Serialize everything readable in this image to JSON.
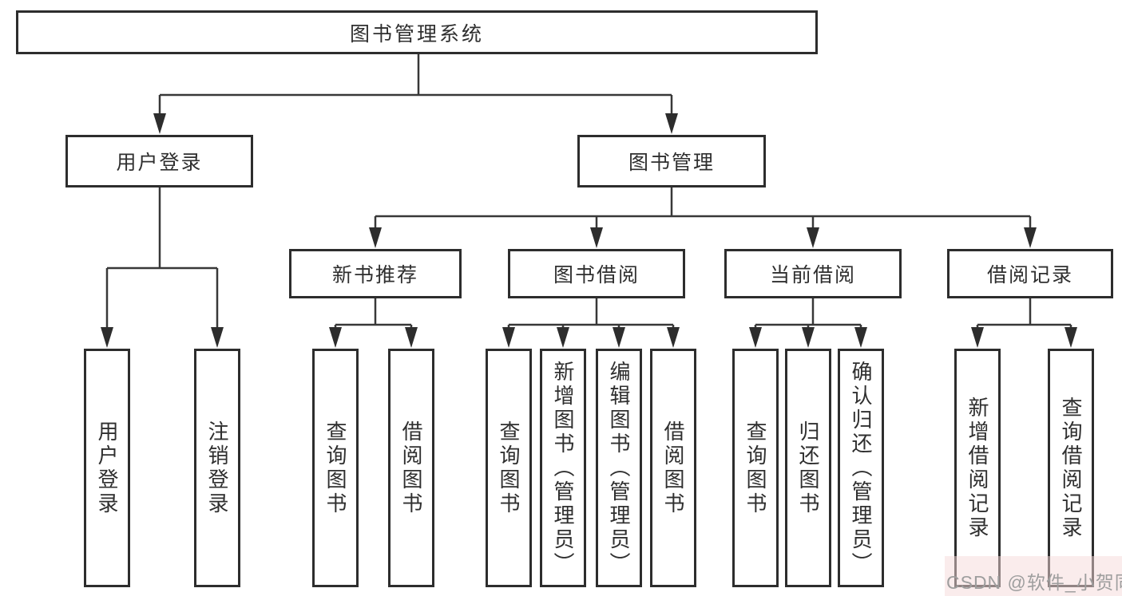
{
  "tree": {
    "root": {
      "label": "图书管理系统"
    },
    "children": [
      {
        "label": "用户登录",
        "children": [
          {
            "label": "用户登录"
          },
          {
            "label": "注销登录"
          }
        ]
      },
      {
        "label": "图书管理",
        "children": [
          {
            "label": "新书推荐",
            "children": [
              {
                "label": "查询图书"
              },
              {
                "label": "借阅图书"
              }
            ]
          },
          {
            "label": "图书借阅",
            "children": [
              {
                "label": "查询图书"
              },
              {
                "label": "新增图书（管理员）"
              },
              {
                "label": "编辑图书（管理员）"
              },
              {
                "label": "借阅图书"
              }
            ]
          },
          {
            "label": "当前借阅",
            "children": [
              {
                "label": "查询图书"
              },
              {
                "label": "归还图书"
              },
              {
                "label": "确认归还（管理员）"
              }
            ]
          },
          {
            "label": "借阅记录",
            "children": [
              {
                "label": "新增借阅记录"
              },
              {
                "label": "查询借阅记录"
              }
            ]
          }
        ]
      }
    ]
  },
  "watermark": {
    "text": "CSDN @软件_小贺同学"
  },
  "colors": {
    "line": "#383838",
    "arrow": "#2d2d2d",
    "box_border": "#2d2d2d",
    "text": "#2f2f2f",
    "watermark_text": "#9e9e9e",
    "watermark_bg": "#f6d9d9"
  }
}
